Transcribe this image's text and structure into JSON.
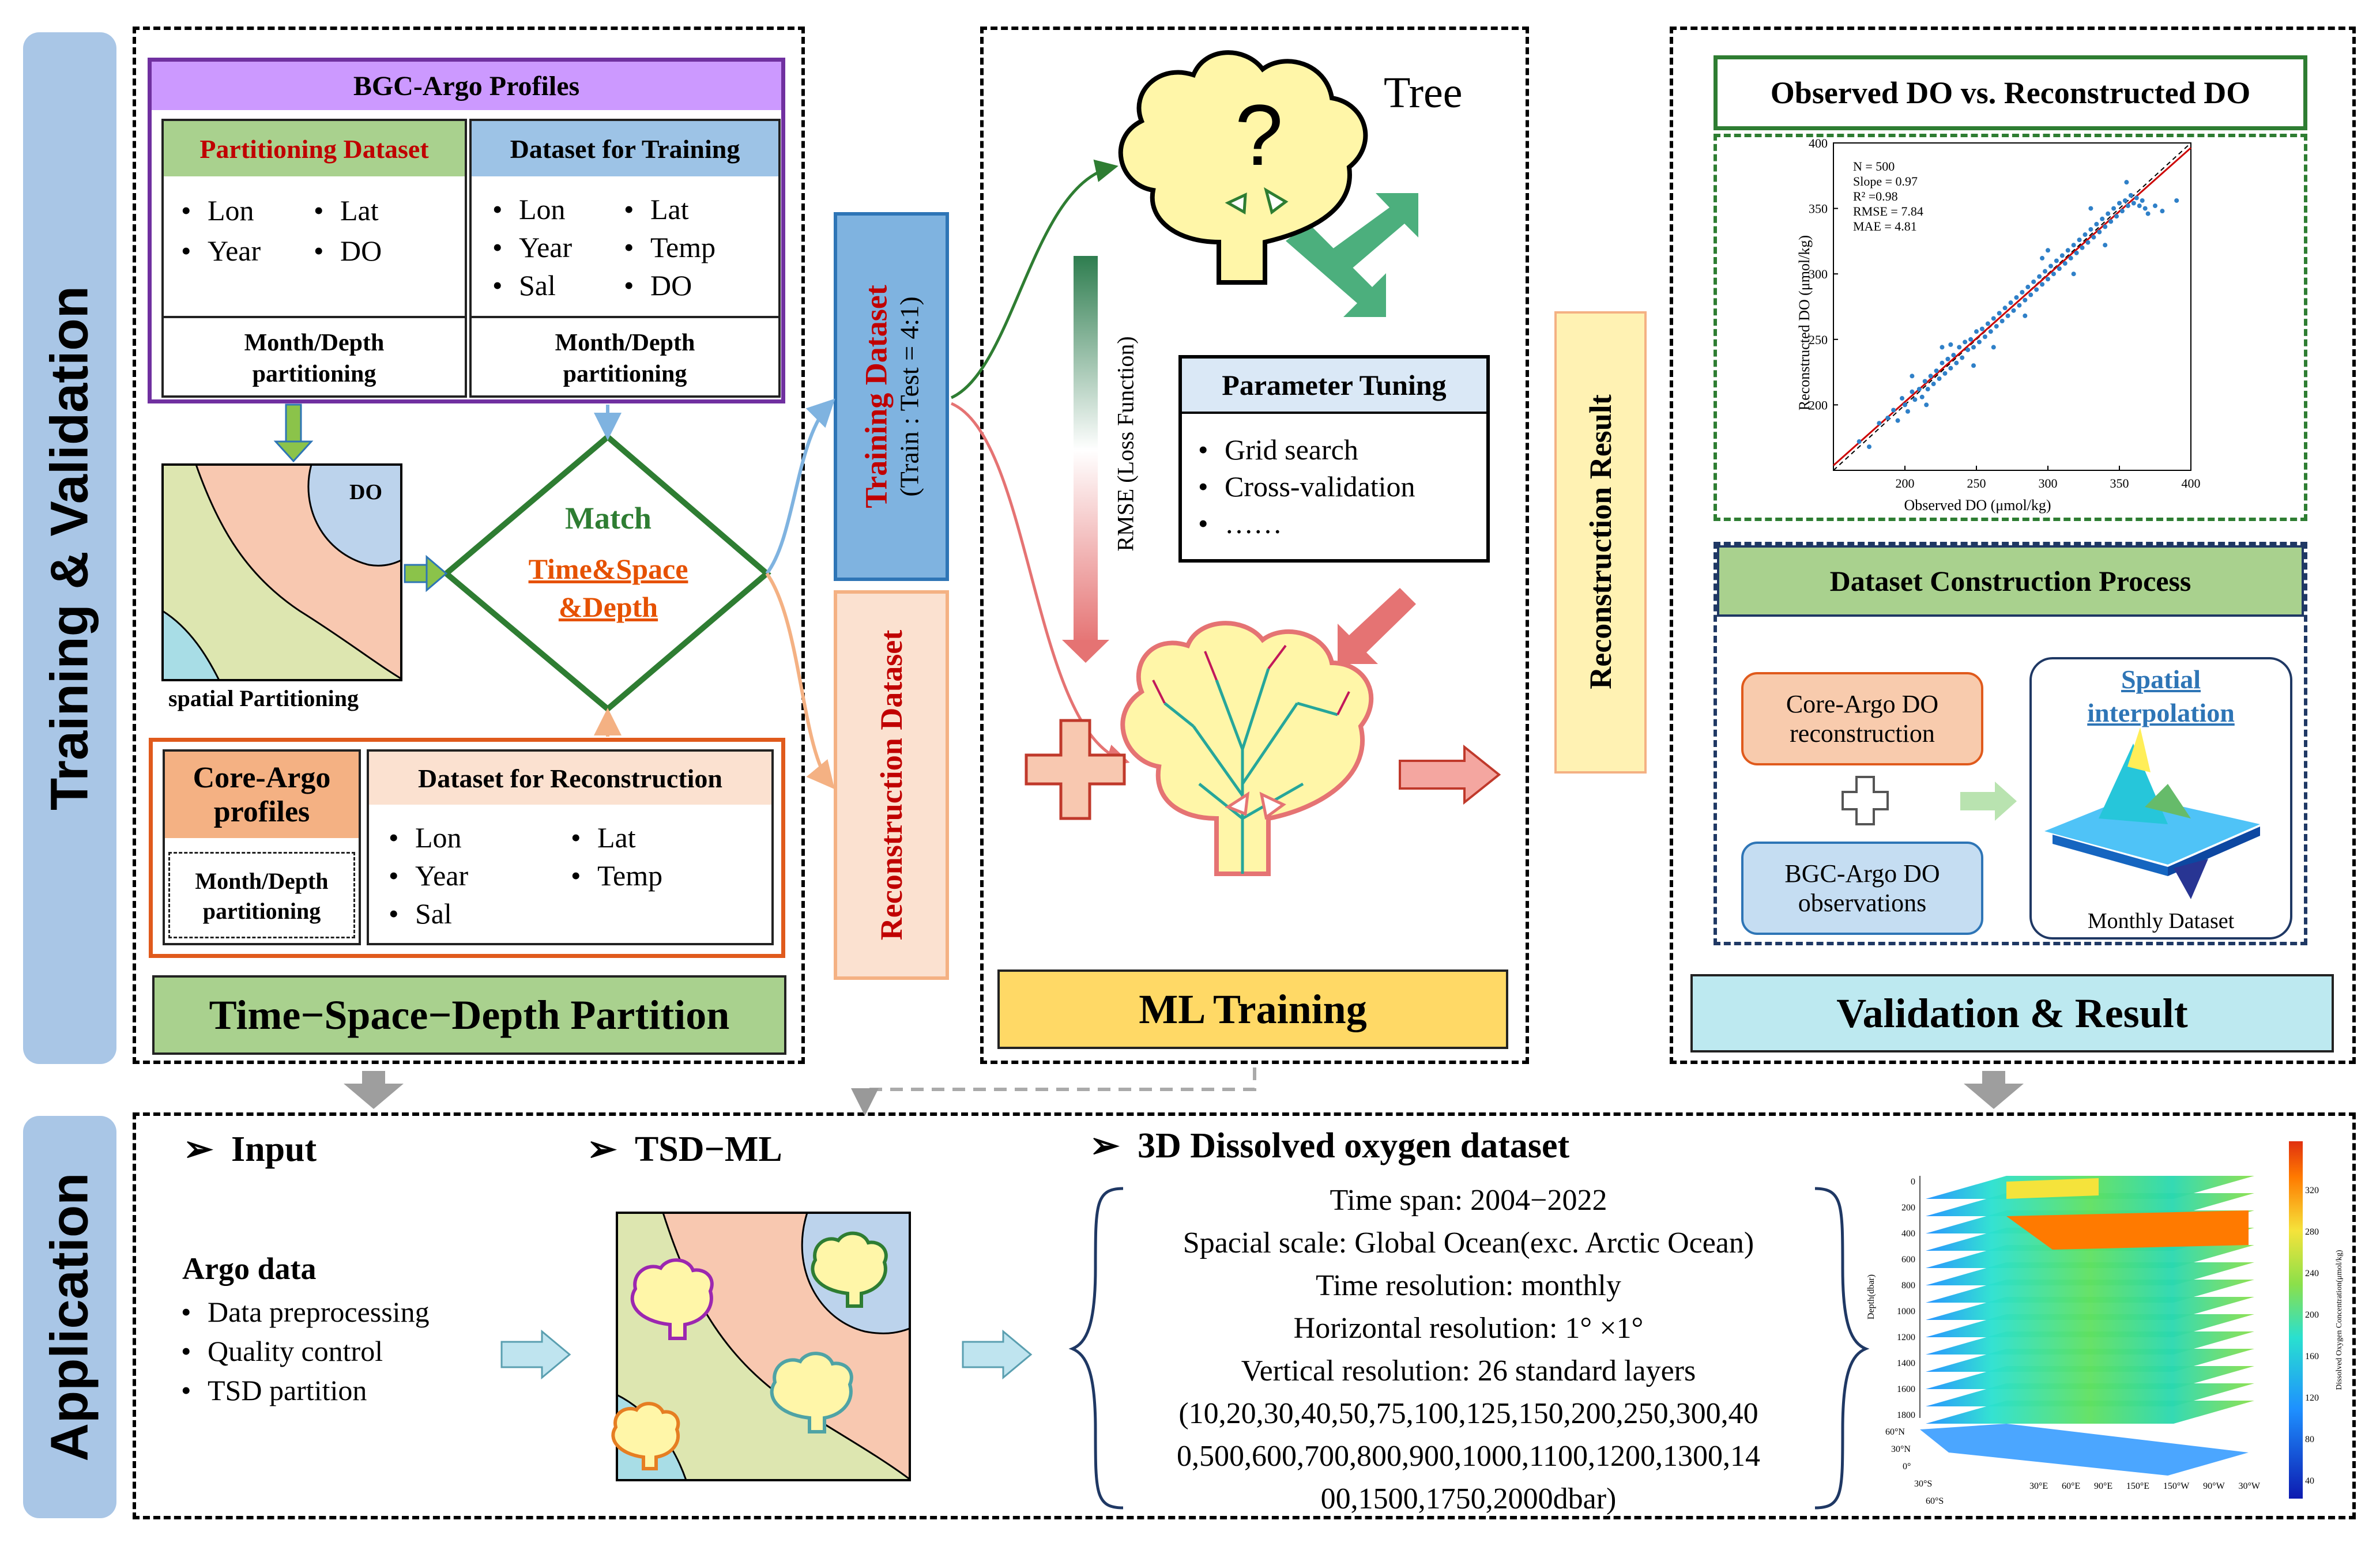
{
  "side_labels": {
    "training": "Training & Validation",
    "application": "Application"
  },
  "partition": {
    "bgc_title": "BGC-Argo Profiles",
    "partitioning_dataset": {
      "title": "Partitioning Dataset",
      "vars": [
        "Lon",
        "Lat",
        "Year",
        "DO"
      ],
      "footer": [
        "Month/Depth",
        "partitioning"
      ]
    },
    "training_dataset": {
      "title": "Dataset for Training",
      "vars": [
        "Lon",
        "Lat",
        "Year",
        "Temp",
        "Sal",
        "DO"
      ],
      "footer": [
        "Month/Depth",
        "partitioning"
      ]
    },
    "map_label": "DO",
    "spatial_caption": "spatial Partitioning",
    "match": {
      "title": "Match",
      "line1": "Time&Space",
      "line2": "&Depth"
    },
    "core_argo": {
      "title": [
        "Core-Argo",
        "profiles"
      ],
      "footer": [
        "Month/Depth",
        "partitioning"
      ]
    },
    "reconstruction_dataset": {
      "title": "Dataset for Reconstruction",
      "vars": [
        "Lon",
        "Lat",
        "Year",
        "Temp",
        "Sal"
      ]
    },
    "panel_title": "Time−Space−Depth Partition"
  },
  "middle": {
    "training_dataset": "Training Dataset",
    "split": "(Train : Test = 4:1)",
    "reconstruction_dataset": "Reconstruction Dataset"
  },
  "ml": {
    "tree_label": "Tree",
    "question": "?",
    "loss_label": "RMSE (Loss Function)",
    "tuning": {
      "title": "Parameter Tuning",
      "items": [
        "Grid search",
        "Cross-validation",
        "……"
      ]
    },
    "panel_title": "ML Training"
  },
  "reconstruction_result": "Reconstruction  Result",
  "validation": {
    "scatter_title": "Observed DO vs. Reconstructed DO",
    "stats": [
      "N = 500",
      "Slope = 0.97",
      "R² =0.98",
      "RMSE = 7.84",
      "MAE = 4.81"
    ],
    "construction_title": "Dataset Construction Process",
    "core_argo": [
      "Core-Argo DO",
      "reconstruction"
    ],
    "bgc_argo": [
      "BGC-Argo DO",
      "observations"
    ],
    "spatial": [
      "Spatial",
      "interpolation"
    ],
    "monthly": "Monthly Dataset",
    "panel_title": "Validation & Result"
  },
  "chart_data": {
    "type": "scatter",
    "title": "",
    "xlabel": "Observed DO (μmol/kg)",
    "ylabel": "Reconstructed DO (μmol/kg)",
    "xlim": [
      150,
      400
    ],
    "ylim": [
      150,
      400
    ],
    "xticks": [
      200,
      250,
      300,
      350,
      400
    ],
    "yticks": [
      200,
      250,
      300,
      350,
      400
    ],
    "grid": false,
    "colors": {
      "points": "#2f80c8",
      "fit": "#cc0000",
      "identity": "#000000"
    },
    "fit": {
      "slope": 0.97
    },
    "points": [
      [
        168,
        172
      ],
      [
        175,
        168
      ],
      [
        182,
        186
      ],
      [
        188,
        190
      ],
      [
        192,
        196
      ],
      [
        195,
        188
      ],
      [
        198,
        205
      ],
      [
        200,
        200
      ],
      [
        202,
        195
      ],
      [
        205,
        210
      ],
      [
        207,
        204
      ],
      [
        210,
        212
      ],
      [
        212,
        206
      ],
      [
        214,
        218
      ],
      [
        216,
        212
      ],
      [
        218,
        222
      ],
      [
        220,
        216
      ],
      [
        222,
        226
      ],
      [
        224,
        220
      ],
      [
        226,
        232
      ],
      [
        228,
        224
      ],
      [
        230,
        235
      ],
      [
        232,
        228
      ],
      [
        234,
        238
      ],
      [
        236,
        232
      ],
      [
        238,
        244
      ],
      [
        240,
        236
      ],
      [
        242,
        248
      ],
      [
        244,
        242
      ],
      [
        246,
        250
      ],
      [
        248,
        244
      ],
      [
        250,
        256
      ],
      [
        252,
        248
      ],
      [
        254,
        258
      ],
      [
        256,
        252
      ],
      [
        258,
        262
      ],
      [
        260,
        256
      ],
      [
        262,
        266
      ],
      [
        264,
        260
      ],
      [
        266,
        270
      ],
      [
        268,
        264
      ],
      [
        270,
        274
      ],
      [
        272,
        268
      ],
      [
        274,
        278
      ],
      [
        276,
        272
      ],
      [
        278,
        282
      ],
      [
        280,
        276
      ],
      [
        282,
        286
      ],
      [
        284,
        280
      ],
      [
        286,
        290
      ],
      [
        288,
        284
      ],
      [
        290,
        294
      ],
      [
        292,
        288
      ],
      [
        294,
        298
      ],
      [
        296,
        292
      ],
      [
        298,
        302
      ],
      [
        300,
        296
      ],
      [
        302,
        306
      ],
      [
        304,
        300
      ],
      [
        306,
        310
      ],
      [
        308,
        304
      ],
      [
        310,
        314
      ],
      [
        312,
        308
      ],
      [
        314,
        318
      ],
      [
        316,
        312
      ],
      [
        318,
        322
      ],
      [
        320,
        316
      ],
      [
        322,
        326
      ],
      [
        324,
        320
      ],
      [
        326,
        330
      ],
      [
        328,
        324
      ],
      [
        330,
        334
      ],
      [
        332,
        328
      ],
      [
        334,
        338
      ],
      [
        336,
        332
      ],
      [
        338,
        342
      ],
      [
        340,
        336
      ],
      [
        342,
        346
      ],
      [
        344,
        340
      ],
      [
        346,
        350
      ],
      [
        348,
        344
      ],
      [
        350,
        354
      ],
      [
        352,
        348
      ],
      [
        354,
        356
      ],
      [
        356,
        352
      ],
      [
        358,
        360
      ],
      [
        360,
        354
      ],
      [
        362,
        358
      ],
      [
        364,
        352
      ],
      [
        366,
        356
      ],
      [
        368,
        350
      ],
      [
        370,
        346
      ],
      [
        375,
        352
      ],
      [
        380,
        348
      ],
      [
        390,
        356
      ],
      [
        205,
        222
      ],
      [
        215,
        200
      ],
      [
        232,
        246
      ],
      [
        262,
        244
      ],
      [
        296,
        312
      ],
      [
        318,
        300
      ],
      [
        330,
        350
      ],
      [
        340,
        322
      ],
      [
        355,
        370
      ],
      [
        248,
        230
      ],
      [
        226,
        244
      ],
      [
        284,
        268
      ],
      [
        300,
        318
      ]
    ]
  },
  "application": {
    "input_title": "Input",
    "argo_title": "Argo data",
    "argo_items": [
      "Data preprocessing",
      "Quality control",
      "TSD partition"
    ],
    "tsd_title": "TSD−ML",
    "dataset_title": "3D Dissolved oxygen  dataset",
    "info": [
      "Time span: 2004−2022",
      "Spacial scale: Global Ocean(exc. Arctic Ocean)",
      "Time resolution: monthly",
      "Horizontal resolution: 1°  ×1°",
      "Vertical resolution: 26 standard layers",
      "(10,20,30,40,50,75,100,125,150,200,250,300,40",
      "0,500,600,700,800,900,1000,1100,1200,1300,14",
      "00,1500,1750,2000dbar)"
    ],
    "depth_ticks": [
      "0",
      "200",
      "400",
      "600",
      "800",
      "1000",
      "1200",
      "1400",
      "1600",
      "1800"
    ],
    "depth_label": "Depth(dbar)",
    "colorbar_ticks": [
      "320",
      "280",
      "240",
      "200",
      "160",
      "120",
      "80",
      "40"
    ],
    "colorbar_label": "Dissolved Oxygen Concentration(μmol/kg)",
    "lat_ticks": [
      "60°N",
      "30°N",
      "0°",
      "30°S",
      "60°S"
    ],
    "lon_ticks": [
      "30°E",
      "60°E",
      "90°E",
      "150°E",
      "150°W",
      "90°W",
      "30°W"
    ]
  }
}
